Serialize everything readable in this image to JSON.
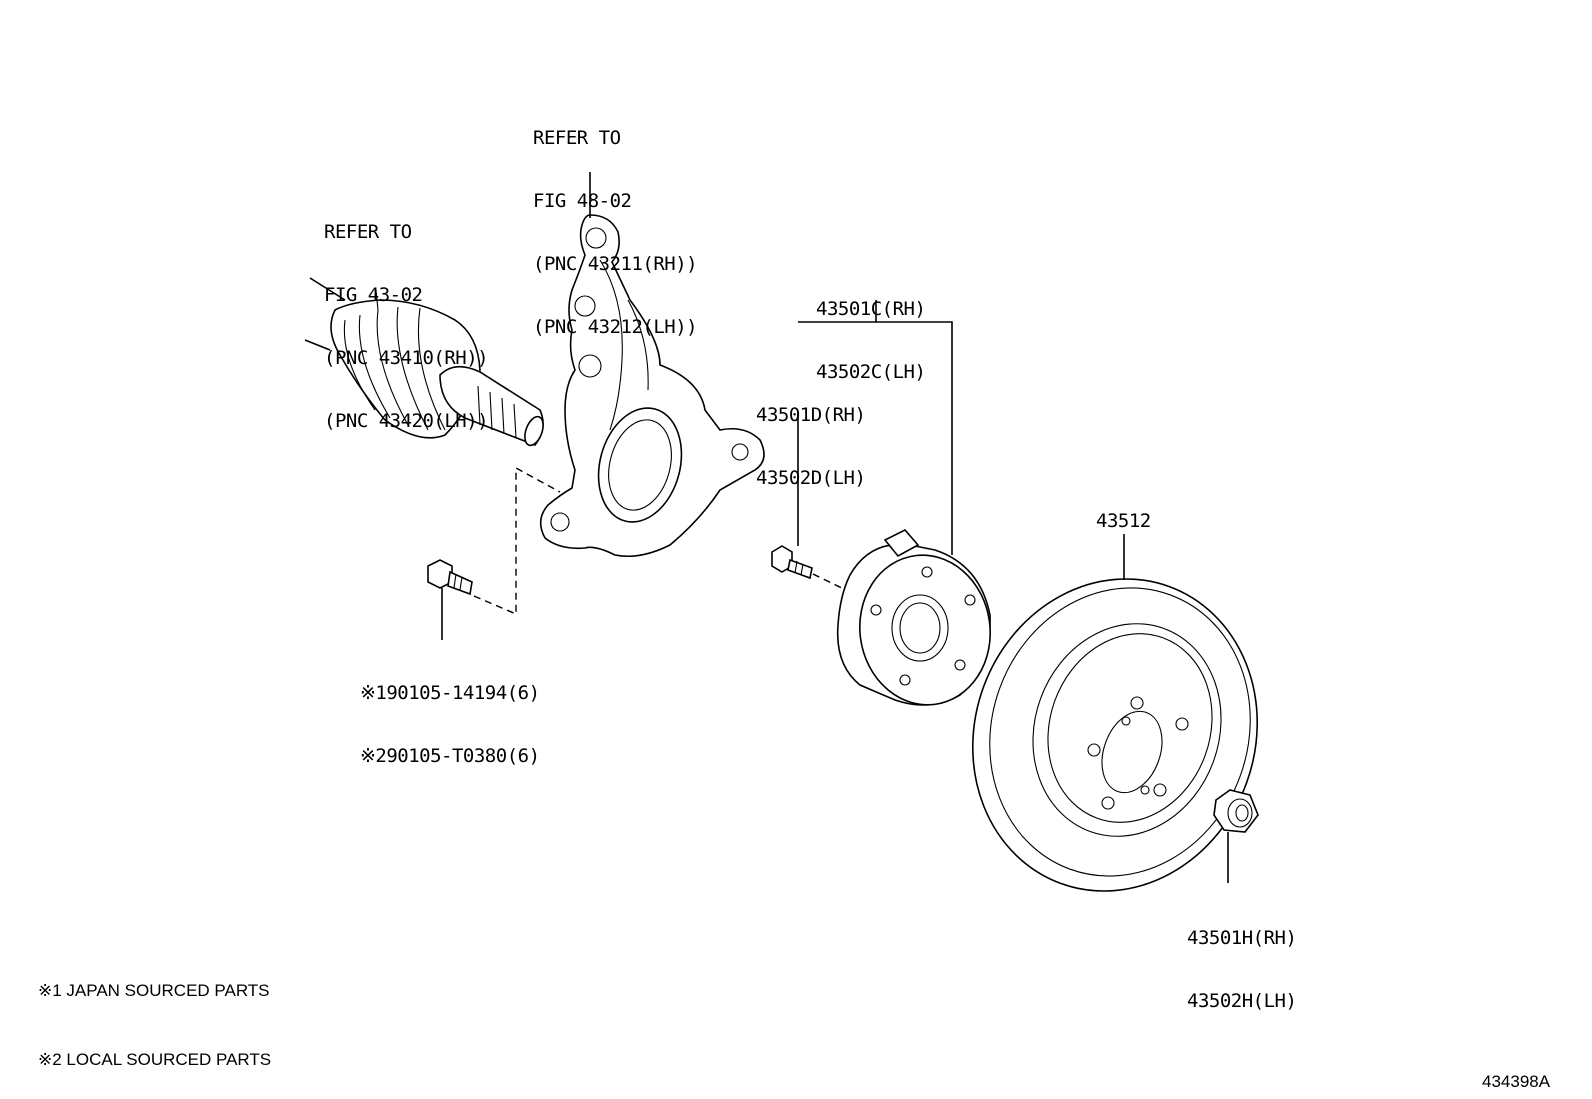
{
  "labels": {
    "drive_shaft_ref": [
      "REFER TO",
      "FIG 43-02",
      "(PNC 43410(RH))",
      "(PNC 43420(LH))"
    ],
    "knuckle_ref": [
      "REFER TO",
      "FIG 48-02",
      "(PNC 43211(RH))",
      "(PNC 43212(LH))"
    ],
    "hub_assy": [
      "43501C(RH)",
      "43502C(LH)"
    ],
    "hub_bolt": [
      "43501D(RH)",
      "43502D(LH)"
    ],
    "rotor": "43512",
    "hub_nut": [
      "43501H(RH)",
      "43502H(LH)"
    ],
    "knuckle_bolt": [
      "※190105-14194(6)",
      "※290105-T0380(6)"
    ]
  },
  "notes": [
    "※1 JAPAN SOURCED PARTS",
    "※2 LOCAL SOURCED PARTS"
  ],
  "figure_id": "434398A"
}
